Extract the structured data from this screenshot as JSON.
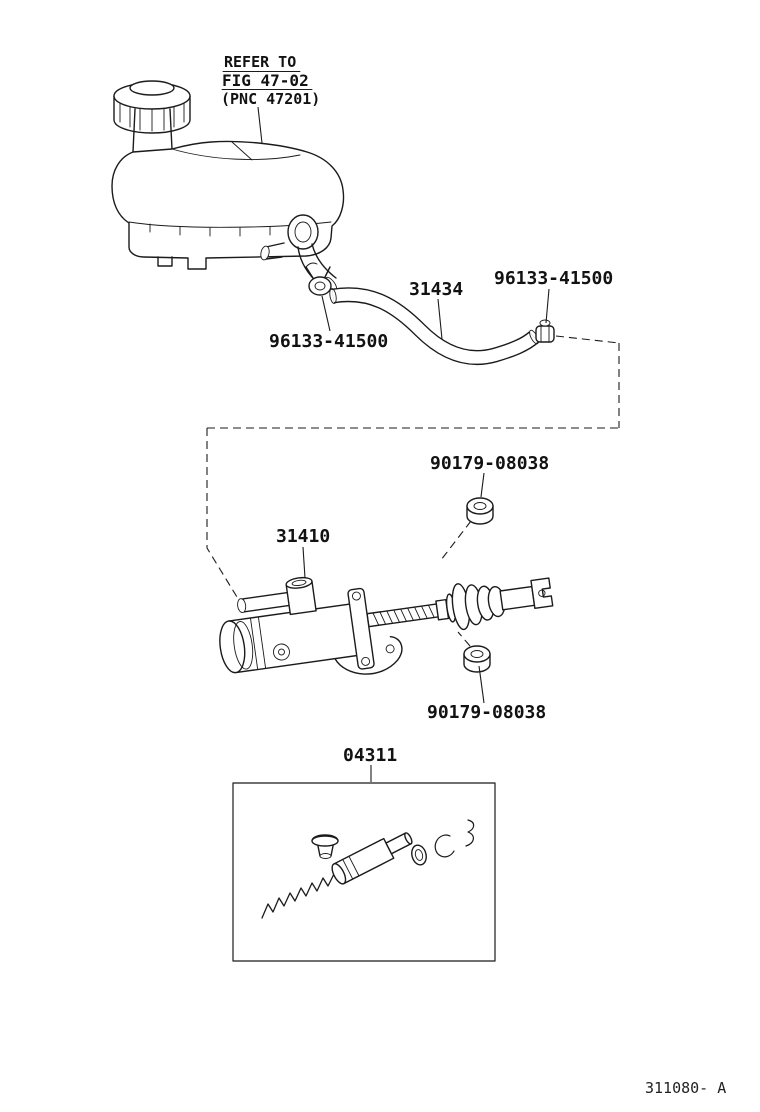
{
  "colors": {
    "ink": "#1b1b1b",
    "background": "#ffffff"
  },
  "figure": {
    "refer_note": {
      "line1": "REFER TO",
      "line2": "FIG 47-02",
      "line3": "(PNC 47201)"
    },
    "parts": {
      "hose": {
        "part_number": "31434"
      },
      "clamp_hose_end": {
        "part_number": "96133-41500"
      },
      "clamp_outlet": {
        "part_number": "96133-41500"
      },
      "nut_upper": {
        "part_number": "90179-08038"
      },
      "nut_lower": {
        "part_number": "90179-08038"
      },
      "master_cylinder": {
        "part_number": "31410"
      },
      "repair_kit": {
        "part_number": "04311"
      }
    },
    "drawing_code": "311080- A"
  }
}
